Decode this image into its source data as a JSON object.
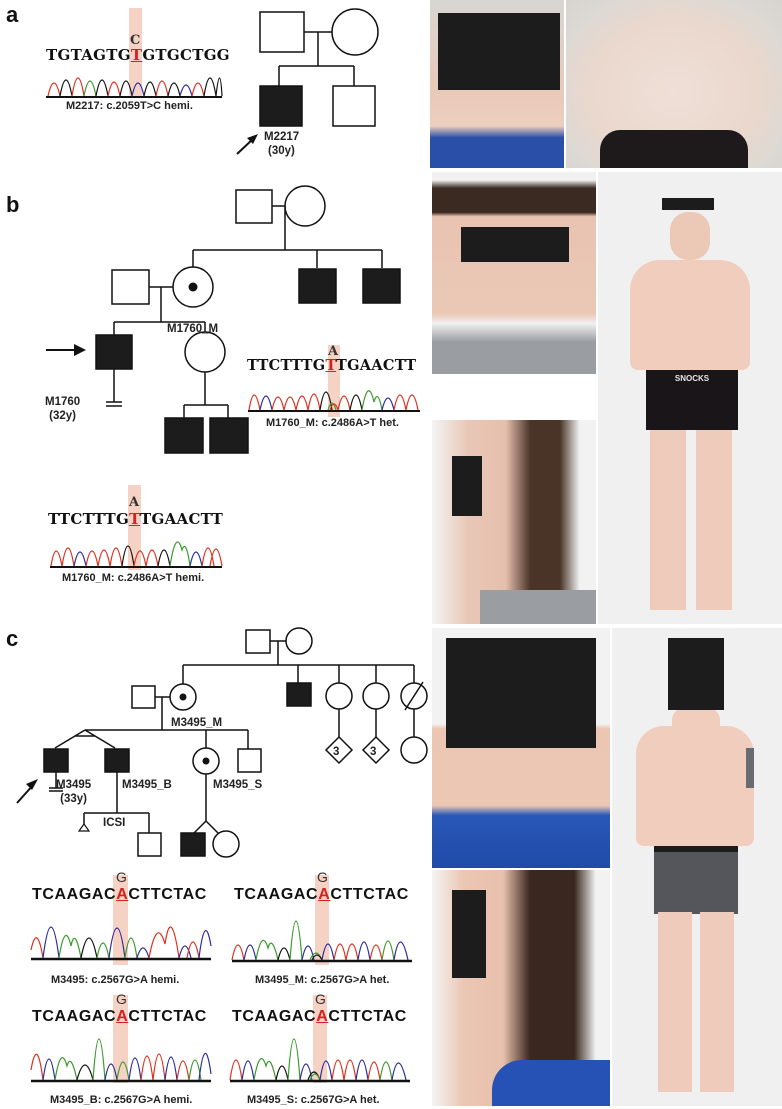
{
  "figure": {
    "colors": {
      "affected": "#1c1c1c",
      "mutation_highlight": "#f6d2c4",
      "mutation_base": "#d42020",
      "trace_A": "#3a9a2a",
      "trace_C": "#2c2c9c",
      "trace_G": "#111111",
      "trace_T": "#e0301c"
    },
    "panels": [
      {
        "letter": "a",
        "chromatograms": [
          {
            "sequence_before": "TGTAGTG",
            "mutant_base": "T",
            "sequence_after": "GTGCTGG",
            "alt_base": "C",
            "caption": "M2217: c.2059T>C hemi."
          }
        ],
        "pedigree": {
          "proband_label": "M2217",
          "proband_age": "(30y)"
        },
        "photos": [
          "face-frontal",
          "torso-frontal"
        ]
      },
      {
        "letter": "b",
        "pedigree": {
          "carrier_label": "M1760_M",
          "proband_label": "M1760",
          "proband_age": "(32y)"
        },
        "chromatograms": [
          {
            "sequence_before": "TTCTTTG",
            "mutant_base": "T",
            "sequence_after": "TGAACTT",
            "alt_base": "A",
            "caption": "M1760_M: c.2486A>T het."
          },
          {
            "sequence_before": "TTCTTTG",
            "mutant_base": "T",
            "sequence_after": "TGAACTT",
            "alt_base": "A",
            "caption": "M1760_M: c.2486A>T hemi."
          }
        ],
        "photos": [
          "face-frontal",
          "face-profile",
          "full-body-frontal"
        ],
        "underwear_brand": "SNOCKS"
      },
      {
        "letter": "c",
        "pedigree": {
          "carrier_label": "M3495_M",
          "proband_label": "M3495",
          "proband_age": "(33y)",
          "brother_label": "M3495_B",
          "sister_label": "M3495_S",
          "icsi_label": "ICSI",
          "sibship_count_1": "3",
          "sibship_count_2": "3"
        },
        "chromatograms": [
          {
            "sequence_before": "TCAAGAC",
            "mutant_base": "A",
            "sequence_after": "CTTCTAC",
            "alt_base": "G",
            "caption": "M3495: c.2567G>A hemi."
          },
          {
            "sequence_before": "TCAAGAC",
            "mutant_base": "A",
            "sequence_after": "CTTCTAC",
            "alt_base": "G",
            "caption": "M3495_M: c.2567G>A het."
          },
          {
            "sequence_before": "TCAAGAC",
            "mutant_base": "A",
            "sequence_after": "CTTCTAC",
            "alt_base": "G",
            "caption": "M3495_B: c.2567G>A hemi."
          },
          {
            "sequence_before": "TCAAGAC",
            "mutant_base": "A",
            "sequence_after": "CTTCTAC",
            "alt_base": "G",
            "caption": "M3495_S: c.2567G>A het."
          }
        ],
        "photos": [
          "face-frontal",
          "face-profile",
          "full-body-frontal"
        ]
      }
    ]
  }
}
